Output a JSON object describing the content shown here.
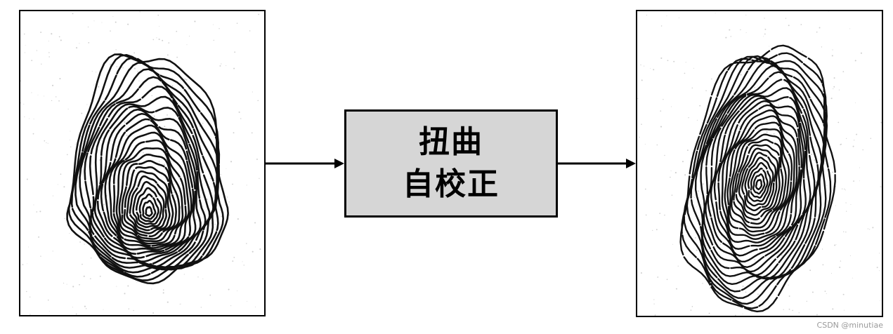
{
  "diagram": {
    "process_lines": [
      "扭曲",
      "自校正"
    ],
    "watermark": "CSDN @minutiae",
    "colors": {
      "box_fill": "#d6d6d6",
      "stroke": "#000000",
      "ridge": "#111111",
      "background": "#ffffff"
    },
    "icons": {
      "input": "distorted-fingerprint-image",
      "output": "corrected-fingerprint-image",
      "connector": "arrow-right-icon"
    }
  }
}
